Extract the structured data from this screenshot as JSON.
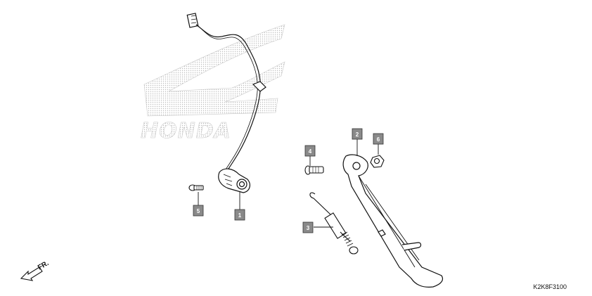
{
  "watermark": {
    "brand": "HONDA"
  },
  "direction_indicator": {
    "label": "FR."
  },
  "diagram_code": "K2K8F3100",
  "callouts": [
    {
      "id": "1",
      "label": "1"
    },
    {
      "id": "2",
      "label": "2"
    },
    {
      "id": "3",
      "label": "3"
    },
    {
      "id": "4",
      "label": "4"
    },
    {
      "id": "5",
      "label": "5"
    },
    {
      "id": "6",
      "label": "6"
    }
  ],
  "colors": {
    "line": "#111111",
    "callout_fill": "#8a8a8a",
    "watermark": "#bdbdbd"
  }
}
